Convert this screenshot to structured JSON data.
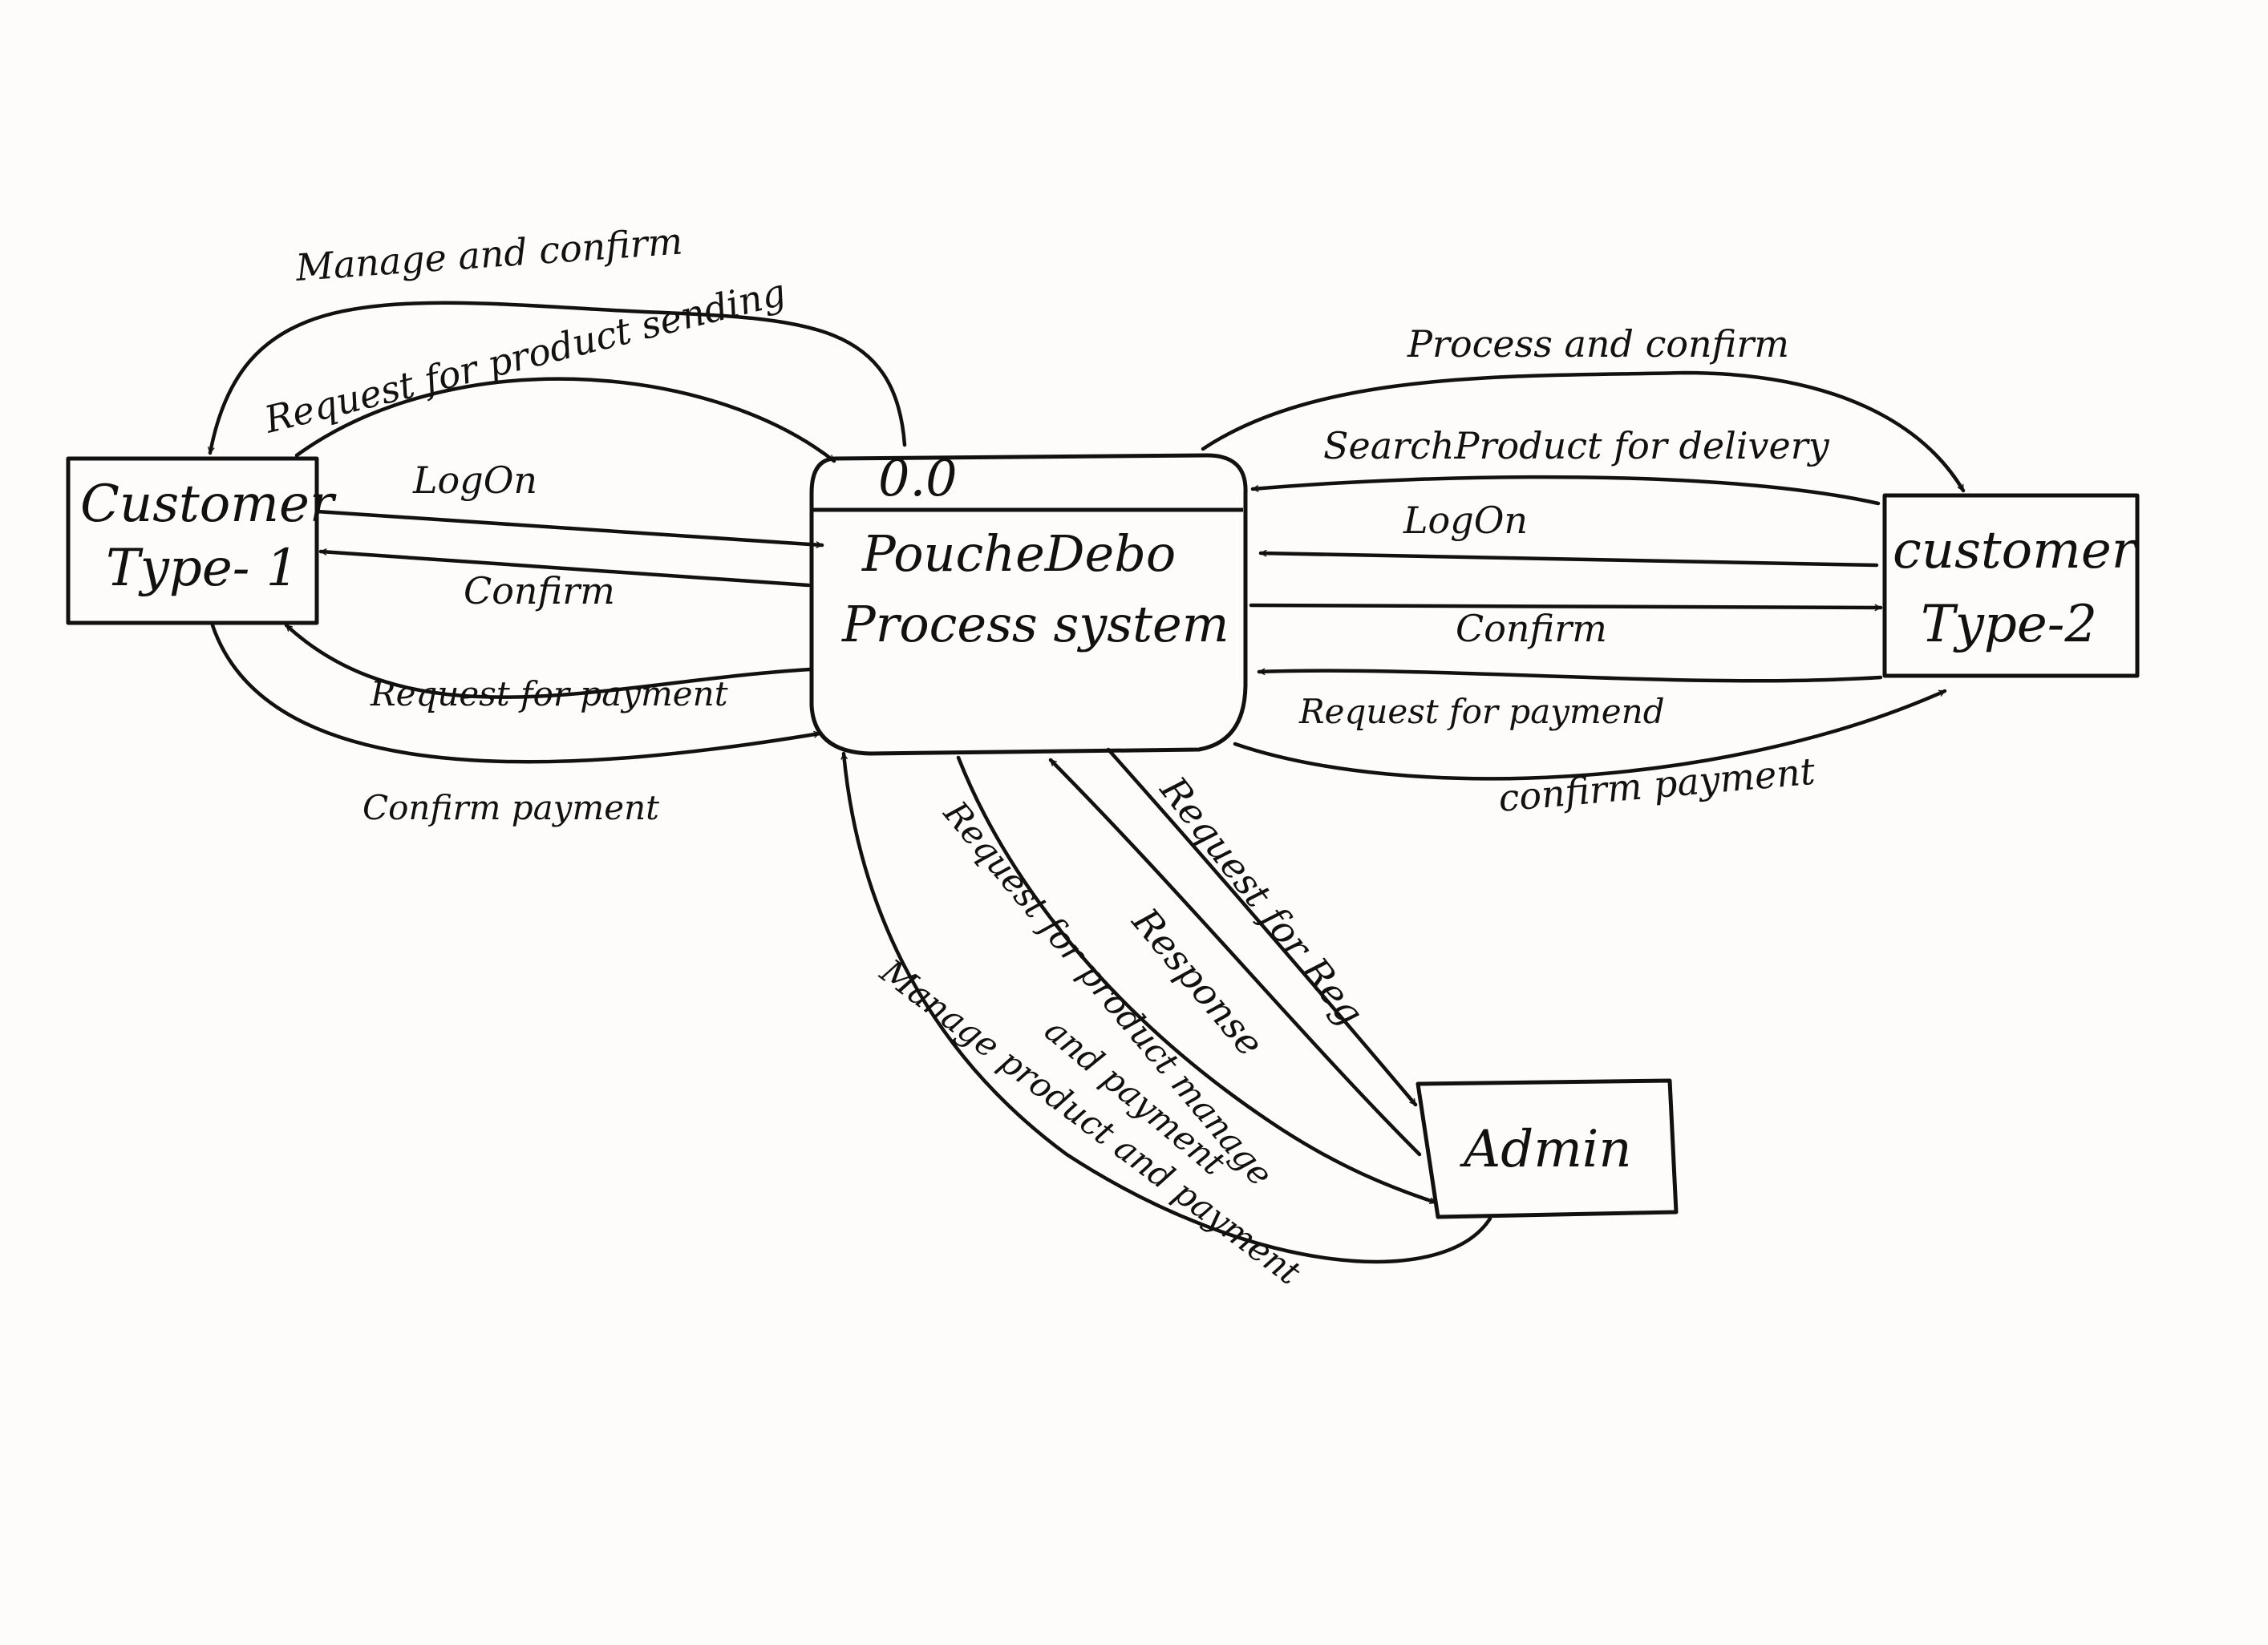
{
  "process": {
    "id": "0.0",
    "name_line1": "PoucheDebo",
    "name_line2": "Process system"
  },
  "entities": {
    "customer1": {
      "line1": "Customer",
      "line2": "Type- 1"
    },
    "customer2": {
      "line1": "customer",
      "line2": "Type-2"
    },
    "admin": {
      "label": "Admin"
    }
  },
  "flows": {
    "c1_manage_confirm": "Manage and confirm",
    "c1_request_product_sending": "Request for product sending",
    "c1_logon": "LogOn",
    "c1_confirm": "Confirm",
    "c1_request_payment": "Request for payment",
    "c1_confirm_payment": "Confirm payment",
    "c2_process_confirm": "Process and confirm",
    "c2_search_product": "SearchProduct for delivery",
    "c2_logon": "LogOn",
    "c2_confirm": "Confirm",
    "c2_request_payment": "Request for paymend",
    "c2_confirm_payment": "confirm payment",
    "admin_request_reg": "Request for Reg",
    "admin_response": "Response",
    "admin_request_manage_1": "Request for product manage",
    "admin_request_manage_2": "and payment",
    "admin_manage_product": "Manage product and payment"
  },
  "colors": {
    "ink": "#111111",
    "paper": "#fdfcfb"
  }
}
